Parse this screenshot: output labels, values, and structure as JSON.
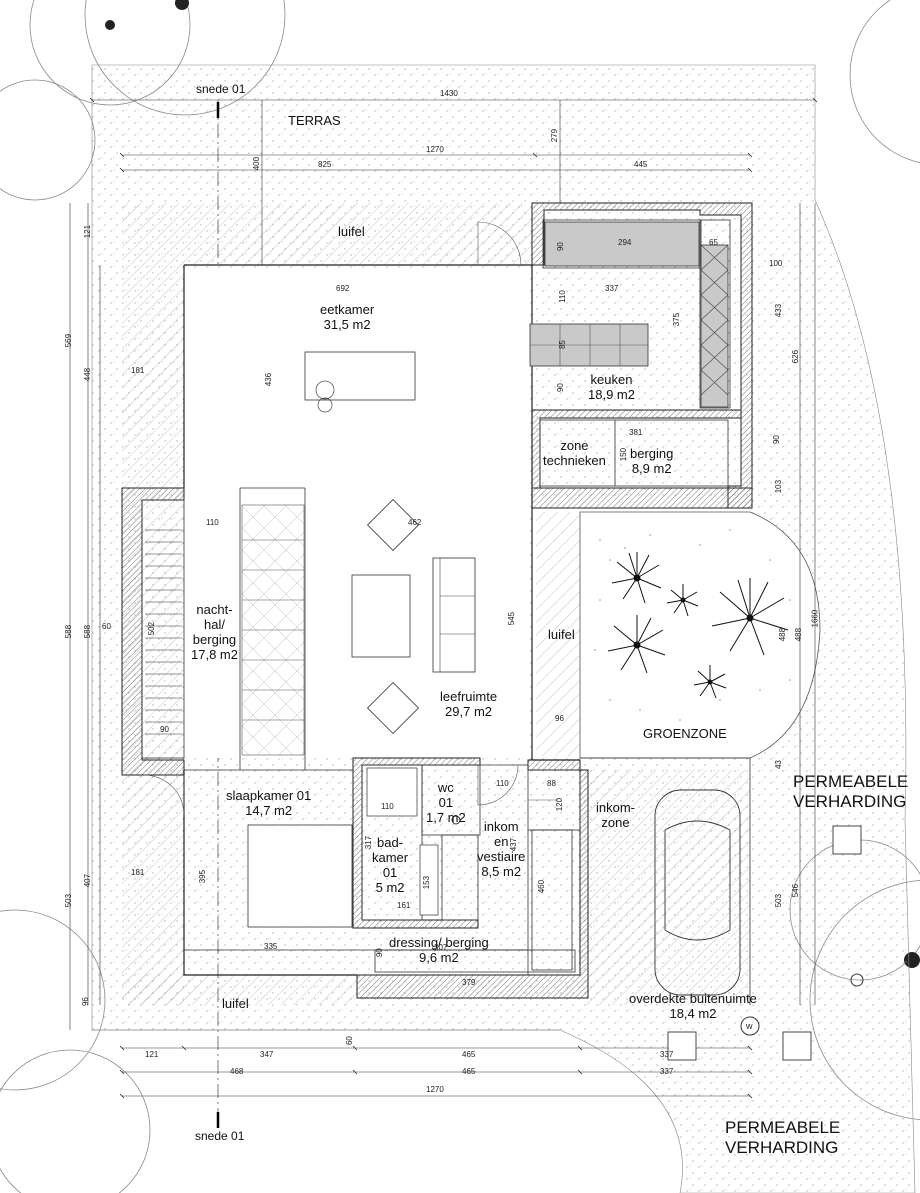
{
  "colors": {
    "line": "#222222",
    "wall": "#444444",
    "hatch": "#9a9a9a",
    "dots": "#b5b5b5",
    "fill": "#c9c9c9",
    "circle": "#8a8a8a"
  },
  "section": {
    "top": "snede 01",
    "bottom": "snede 01"
  },
  "exterior": {
    "terras": "TERRAS",
    "groenzone": "GROENZONE",
    "luifel_top": "luifel",
    "luifel_mid": "luifel",
    "luifel_bottom": "luifel"
  },
  "permeable": {
    "right_l1": "PERMEABELE",
    "right_l2": "VERHARDING",
    "bottom_l1": "PERMEABELE",
    "bottom_l2": "VERHARDING"
  },
  "rooms": {
    "eetkamer": {
      "name": "eetkamer",
      "area": "31,5 m2"
    },
    "keuken": {
      "name": "keuken",
      "area": "18,9 m2"
    },
    "technieken": {
      "l1": "zone",
      "l2": "technieken"
    },
    "berging": {
      "name": "berging",
      "area": "8,9 m2"
    },
    "nachthal": {
      "l1": "nacht-",
      "l2": "hal/",
      "l3": "berging",
      "area": "17,8 m2"
    },
    "leefruimte": {
      "name": "leefruimte",
      "area": "29,7 m2"
    },
    "slaapkamer": {
      "name": "slaapkamer 01",
      "area": "14,7 m2"
    },
    "wc": {
      "l1": "wc",
      "l2": "01",
      "area": "1,7 m2"
    },
    "badkamer": {
      "l1": "bad-",
      "l2": "kamer",
      "l3": "01",
      "area": "5 m2"
    },
    "inkom": {
      "l1": "inkom",
      "l2": "en",
      "l3": "vestiaire",
      "area": "8,5 m2"
    },
    "inkomzone": {
      "l1": "inkom-",
      "l2": "zone"
    },
    "dressing": {
      "name": "dressing/ berging",
      "area": "9,6 m2"
    },
    "overdekt": {
      "name": "overdekte buitenuimte",
      "area": "18,4 m2"
    }
  },
  "symbols": {
    "w": "w"
  },
  "dims": {
    "d1430": "1430",
    "d1270t": "1270",
    "d825": "825",
    "d445": "445",
    "d400": "400",
    "d279": "279",
    "d294": "294",
    "d65": "65",
    "d90a": "90",
    "d100": "100",
    "d692": "692",
    "d337a": "337",
    "d110a": "110",
    "d375": "375",
    "d85": "85",
    "d90b": "90",
    "d433": "433",
    "d626": "626",
    "d436": "436",
    "d381": "381",
    "d150": "150",
    "d90c": "90",
    "d103": "103",
    "d110b": "110",
    "d462": "462",
    "d121l": "121",
    "d569": "569",
    "d448": "448",
    "d181a": "181",
    "d588": "588",
    "d60a": "60",
    "d502": "502",
    "d90d": "90",
    "d545": "545",
    "d488a": "488",
    "d488b": "488",
    "d1660": "1660",
    "d96a": "96",
    "d43": "43",
    "d110c": "110",
    "d88": "88",
    "d120": "120",
    "d110d": "110",
    "d317": "317",
    "d153": "153",
    "d161": "161",
    "d437": "437",
    "d460": "460",
    "d395": "395",
    "d407": "407",
    "d181b": "181",
    "d503": "503",
    "d96b": "96",
    "d335": "335",
    "d90e": "90",
    "d307": "307",
    "d379": "379",
    "d60b": "60",
    "d503r": "503",
    "d546": "546",
    "b121": "121",
    "b347": "347",
    "b465a": "465",
    "b337a": "337",
    "b468": "468",
    "b465b": "465",
    "b337b": "337",
    "b1270": "1270"
  }
}
